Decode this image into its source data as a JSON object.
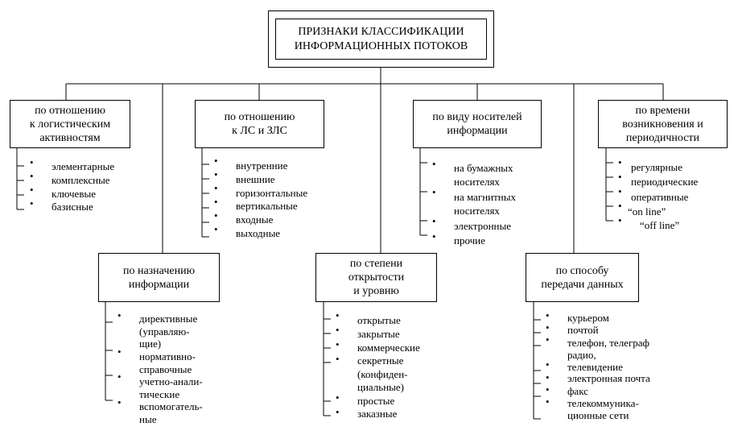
{
  "root": {
    "title": "ПРИЗНАКИ КЛАССИФИКАЦИИ\nИНФОРМАЦИОННЫХ ПОТОКОВ"
  },
  "categories": [
    {
      "title": "по отношению\nк логистическим\nактивностям",
      "items": [
        "элементарные",
        "комплексные",
        "ключевые",
        "базисные"
      ]
    },
    {
      "title": "по отношению\nк ЛС и ЗЛС",
      "items": [
        "внутренние",
        "внешние",
        "горизонтальные",
        "вертикальные",
        "входные",
        "выходные"
      ]
    },
    {
      "title": "по виду носителей\nинформации",
      "items": [
        "на бумажных\nносителях",
        "на магнитных\nносителях",
        "электронные",
        "прочие"
      ]
    },
    {
      "title": "по времени\nвозникновения и\nпериодичности",
      "items": [
        "регулярные",
        "периодические",
        "оперативные",
        "“on line”",
        "“off line”"
      ]
    },
    {
      "title": "по назначению\nинформации",
      "items": [
        "директивные\n(управляю-\nщие)",
        "нормативно-\nсправочные",
        "учетно-анали-\nтические",
        "вспомогатель-\nные"
      ]
    },
    {
      "title": "по степени\nоткрытости\nи уровню",
      "items": [
        "открытые",
        "закрытые",
        "коммерческие",
        "секретные\n(конфиден-\nциальные)",
        "простые",
        "заказные"
      ]
    },
    {
      "title": "по способу\nпередачи данных",
      "items": [
        "курьером",
        "почтой",
        "телефон, телеграф",
        "радио,\nтелевидение",
        "электронная почта",
        "факс",
        "телекоммуника-\nционные сети"
      ]
    }
  ]
}
